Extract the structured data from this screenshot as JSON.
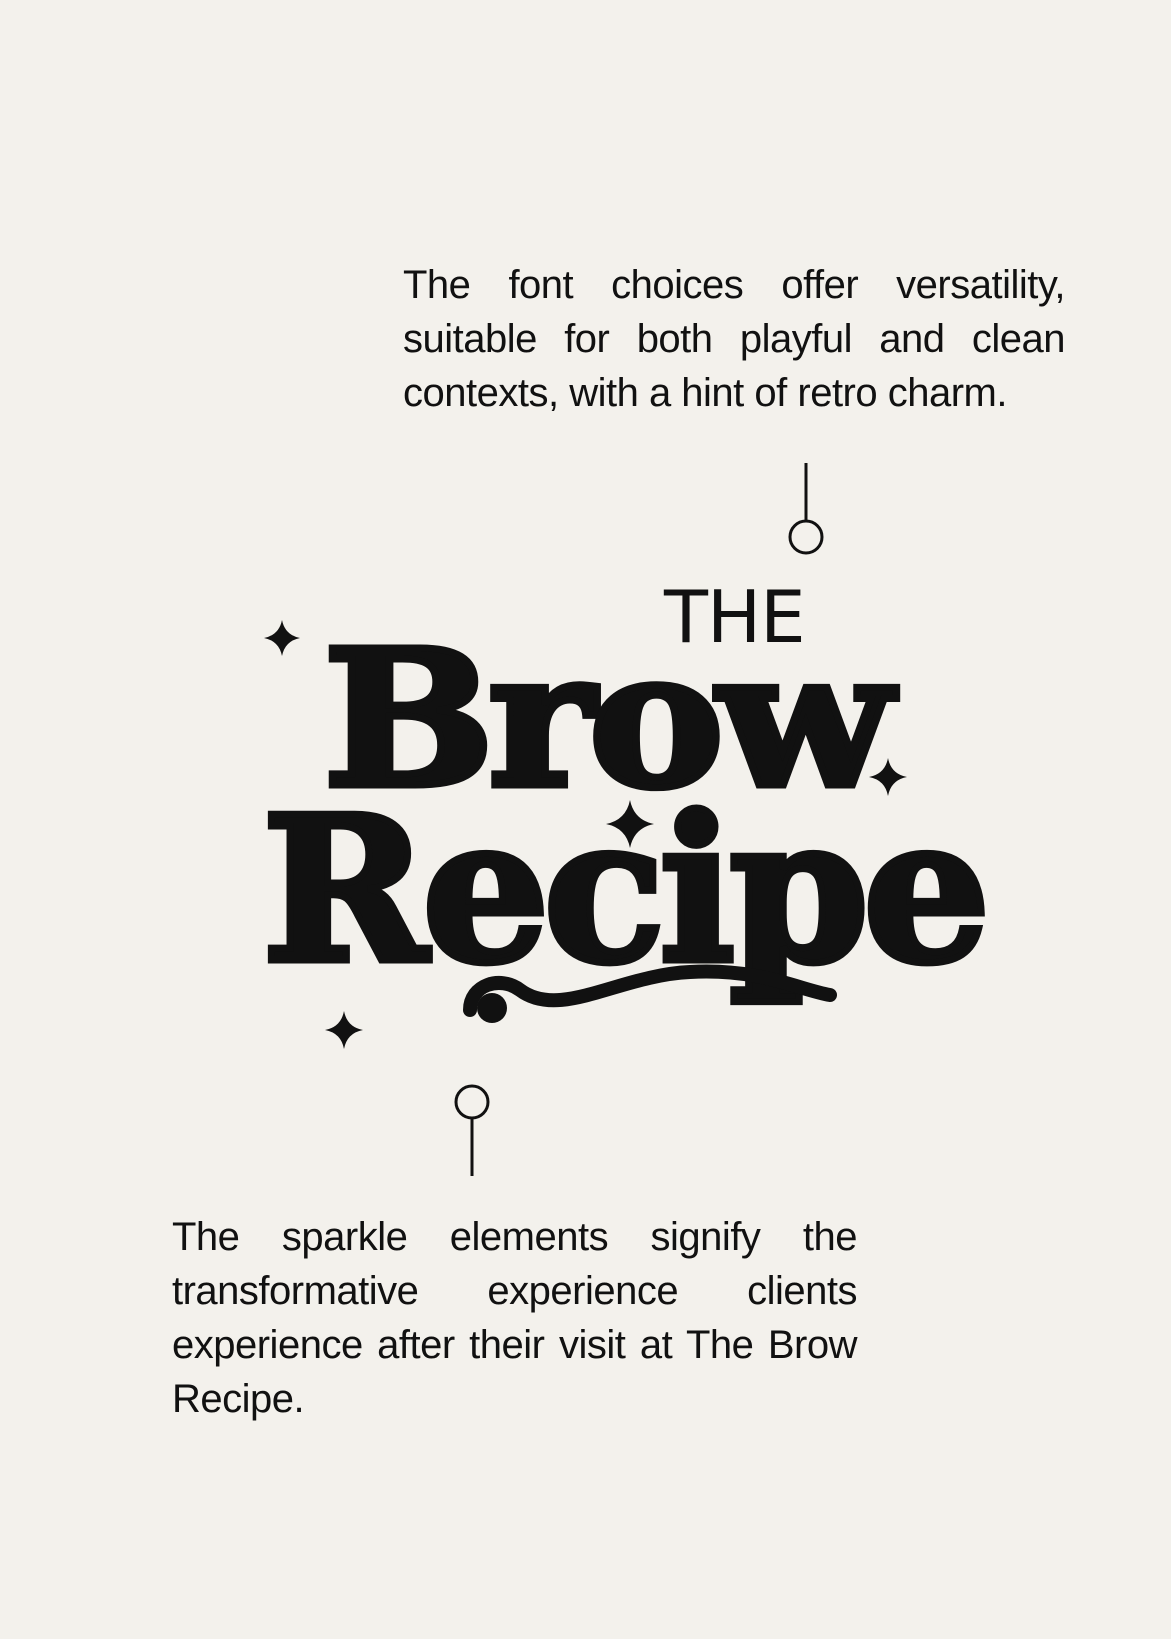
{
  "captions": {
    "top": "The font choices offer versatility, suitable for both playful and clean contexts, with a hint of retro charm.",
    "bottom": "The sparkle elements signify the transformative experience clients experience after their visit at The Brow Recipe."
  },
  "logo": {
    "the": "THE",
    "brow": "Brow",
    "recipe": "Recipe"
  },
  "colors": {
    "background": "#f3f1ec",
    "ink": "#111111"
  },
  "icons": {
    "sparkle": "four-point-star",
    "pin": "line-with-circle-pin"
  }
}
